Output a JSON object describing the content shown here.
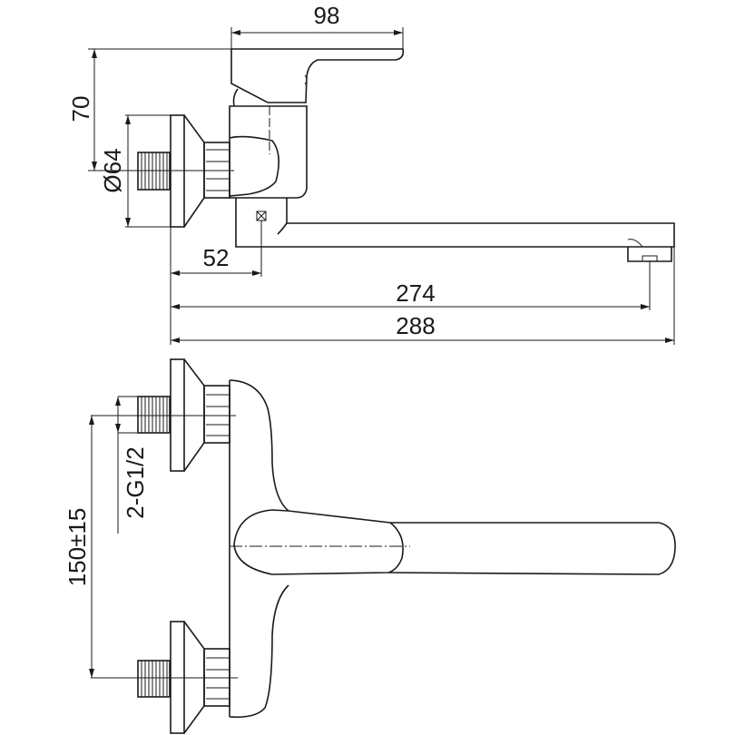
{
  "dimensions": {
    "handle_width": "98",
    "height": "70",
    "escutcheon_diameter": "Ø64",
    "wall_offset": "52",
    "spout_reach": "274",
    "overall_length": "288",
    "inlet_spacing": "150±15",
    "thread_spec": "2-G1/2"
  }
}
